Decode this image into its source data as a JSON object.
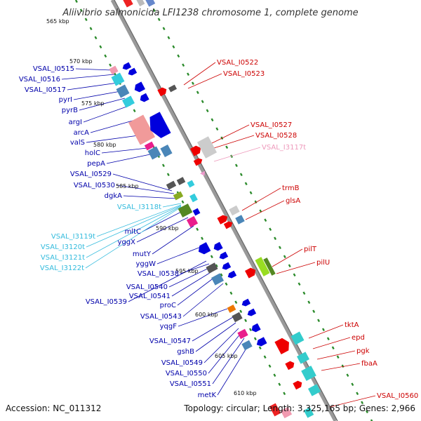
{
  "title": "Aliivibrio salmonicida LFI1238 chromosome 1, complete genome",
  "footer": {
    "accession": "Accession: NC_011312",
    "topology": "Topology: circular; Length: 3,325,165 bp; Genes: 2,966"
  },
  "colors": {
    "backbone": "#999999",
    "tick": "#2a8a2a",
    "fwd_label": "#cc0000",
    "rev_label": "#0000aa",
    "trna_label": "#33bbdd",
    "pseudo_label": "#ee99bb"
  },
  "kbp_marks": [
    "565 kbp",
    "570 kbp",
    "575 kbp",
    "580 kbp",
    "585 kbp",
    "590 kbp",
    "595 kbp",
    "600 kbp",
    "605 kbp",
    "610 kbp"
  ],
  "left_labels": [
    {
      "text": "VSAL_I0515",
      "kind": "rev"
    },
    {
      "text": "VSAL_I0516",
      "kind": "rev"
    },
    {
      "text": "VSAL_I0517",
      "kind": "rev"
    },
    {
      "text": "pyrI",
      "kind": "rev"
    },
    {
      "text": "pyrB",
      "kind": "rev"
    },
    {
      "text": "argI",
      "kind": "rev"
    },
    {
      "text": "arcA",
      "kind": "rev"
    },
    {
      "text": "valS",
      "kind": "rev"
    },
    {
      "text": "holC",
      "kind": "rev"
    },
    {
      "text": "pepA",
      "kind": "rev"
    },
    {
      "text": "VSAL_I0529",
      "kind": "rev"
    },
    {
      "text": "VSAL_I0530",
      "kind": "rev"
    },
    {
      "text": "dgkA",
      "kind": "rev"
    },
    {
      "text": "VSAL_I3118t",
      "kind": "trna"
    },
    {
      "text": "mltC",
      "kind": "rev"
    },
    {
      "text": "VSAL_I3119t",
      "kind": "trna"
    },
    {
      "text": "VSAL_I3120t",
      "kind": "trna"
    },
    {
      "text": "VSAL_I3121t",
      "kind": "trna"
    },
    {
      "text": "VSAL_I3122t",
      "kind": "trna"
    },
    {
      "text": "yggX",
      "kind": "rev"
    },
    {
      "text": "mutY",
      "kind": "rev"
    },
    {
      "text": "yggW",
      "kind": "rev"
    },
    {
      "text": "VSAL_I0538",
      "kind": "rev"
    },
    {
      "text": "VSAL_I0540",
      "kind": "rev"
    },
    {
      "text": "VSAL_I0541",
      "kind": "rev"
    },
    {
      "text": "VSAL_I0539",
      "kind": "rev"
    },
    {
      "text": "proC",
      "kind": "rev"
    },
    {
      "text": "VSAL_I0543",
      "kind": "rev"
    },
    {
      "text": "yqgF",
      "kind": "rev"
    },
    {
      "text": "VSAL_I0547",
      "kind": "rev"
    },
    {
      "text": "gshB",
      "kind": "rev"
    },
    {
      "text": "VSAL_I0549",
      "kind": "rev"
    },
    {
      "text": "VSAL_I0550",
      "kind": "rev"
    },
    {
      "text": "VSAL_I0551",
      "kind": "rev"
    },
    {
      "text": "metK",
      "kind": "rev"
    }
  ],
  "right_labels": [
    {
      "text": "VSAL_I0522",
      "kind": "fwd"
    },
    {
      "text": "VSAL_I0523",
      "kind": "fwd"
    },
    {
      "text": "VSAL_I0527",
      "kind": "fwd"
    },
    {
      "text": "VSAL_I0528",
      "kind": "fwd"
    },
    {
      "text": "VSAL_I3117t",
      "kind": "pseudo"
    },
    {
      "text": "trmB",
      "kind": "fwd"
    },
    {
      "text": "glsA",
      "kind": "fwd"
    },
    {
      "text": "pilT",
      "kind": "fwd"
    },
    {
      "text": "pilU",
      "kind": "fwd"
    },
    {
      "text": "tktA",
      "kind": "fwd"
    },
    {
      "text": "epd",
      "kind": "fwd"
    },
    {
      "text": "pgk",
      "kind": "fwd"
    },
    {
      "text": "fbaA",
      "kind": "fwd"
    },
    {
      "text": "VSAL_I0560",
      "kind": "fwd"
    }
  ]
}
